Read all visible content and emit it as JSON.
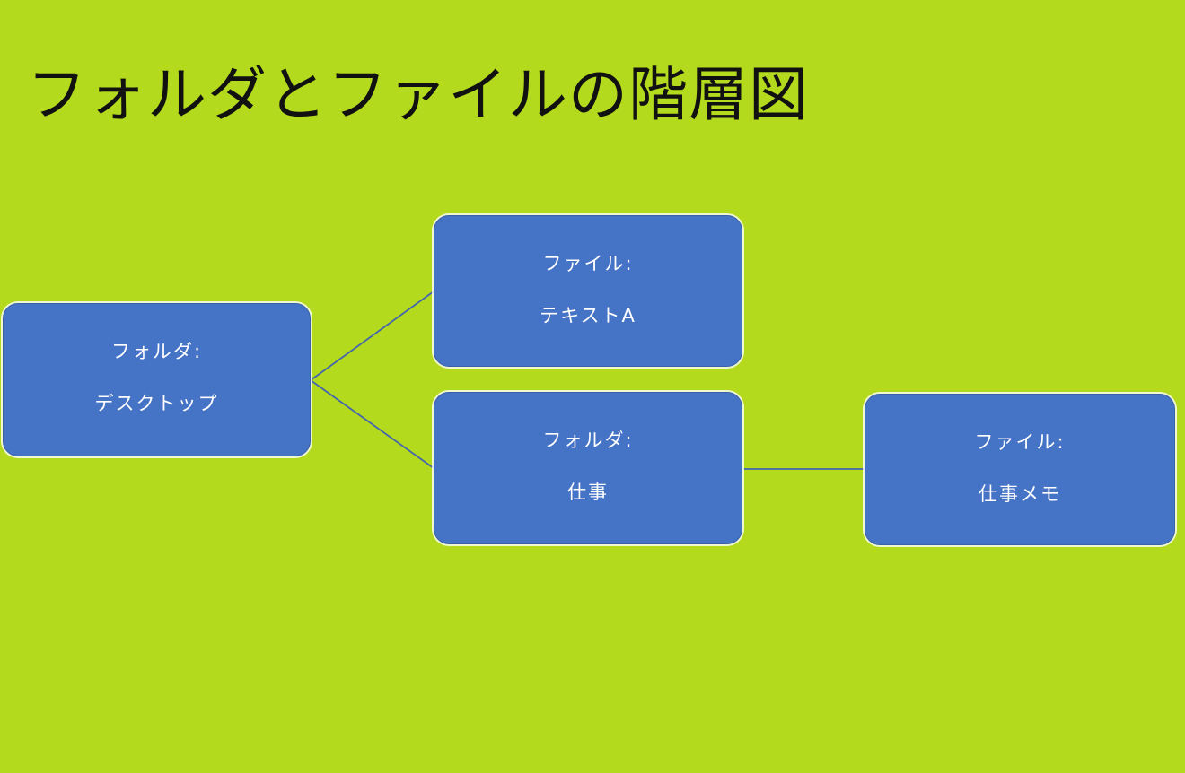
{
  "title": "フォルダとファイルの階層図",
  "colors": {
    "background": "#b3da1c",
    "node_fill": "#4573c6",
    "node_border": "#3a60a5",
    "node_outline": "#ffffff",
    "connector": "#4565ad",
    "node_text": "#ffffff",
    "title_text": "#111111"
  },
  "nodes": [
    {
      "id": "desktop",
      "type_label": "フォルダ:",
      "name_label": "デスクトップ"
    },
    {
      "id": "text-a",
      "type_label": "ファイル:",
      "name_label": "テキストA"
    },
    {
      "id": "work",
      "type_label": "フォルダ:",
      "name_label": "仕事"
    },
    {
      "id": "workmemo",
      "type_label": "ファイル:",
      "name_label": "仕事メモ"
    }
  ],
  "edges": [
    {
      "from": "desktop",
      "to": "text-a"
    },
    {
      "from": "desktop",
      "to": "work"
    },
    {
      "from": "work",
      "to": "workmemo"
    }
  ]
}
